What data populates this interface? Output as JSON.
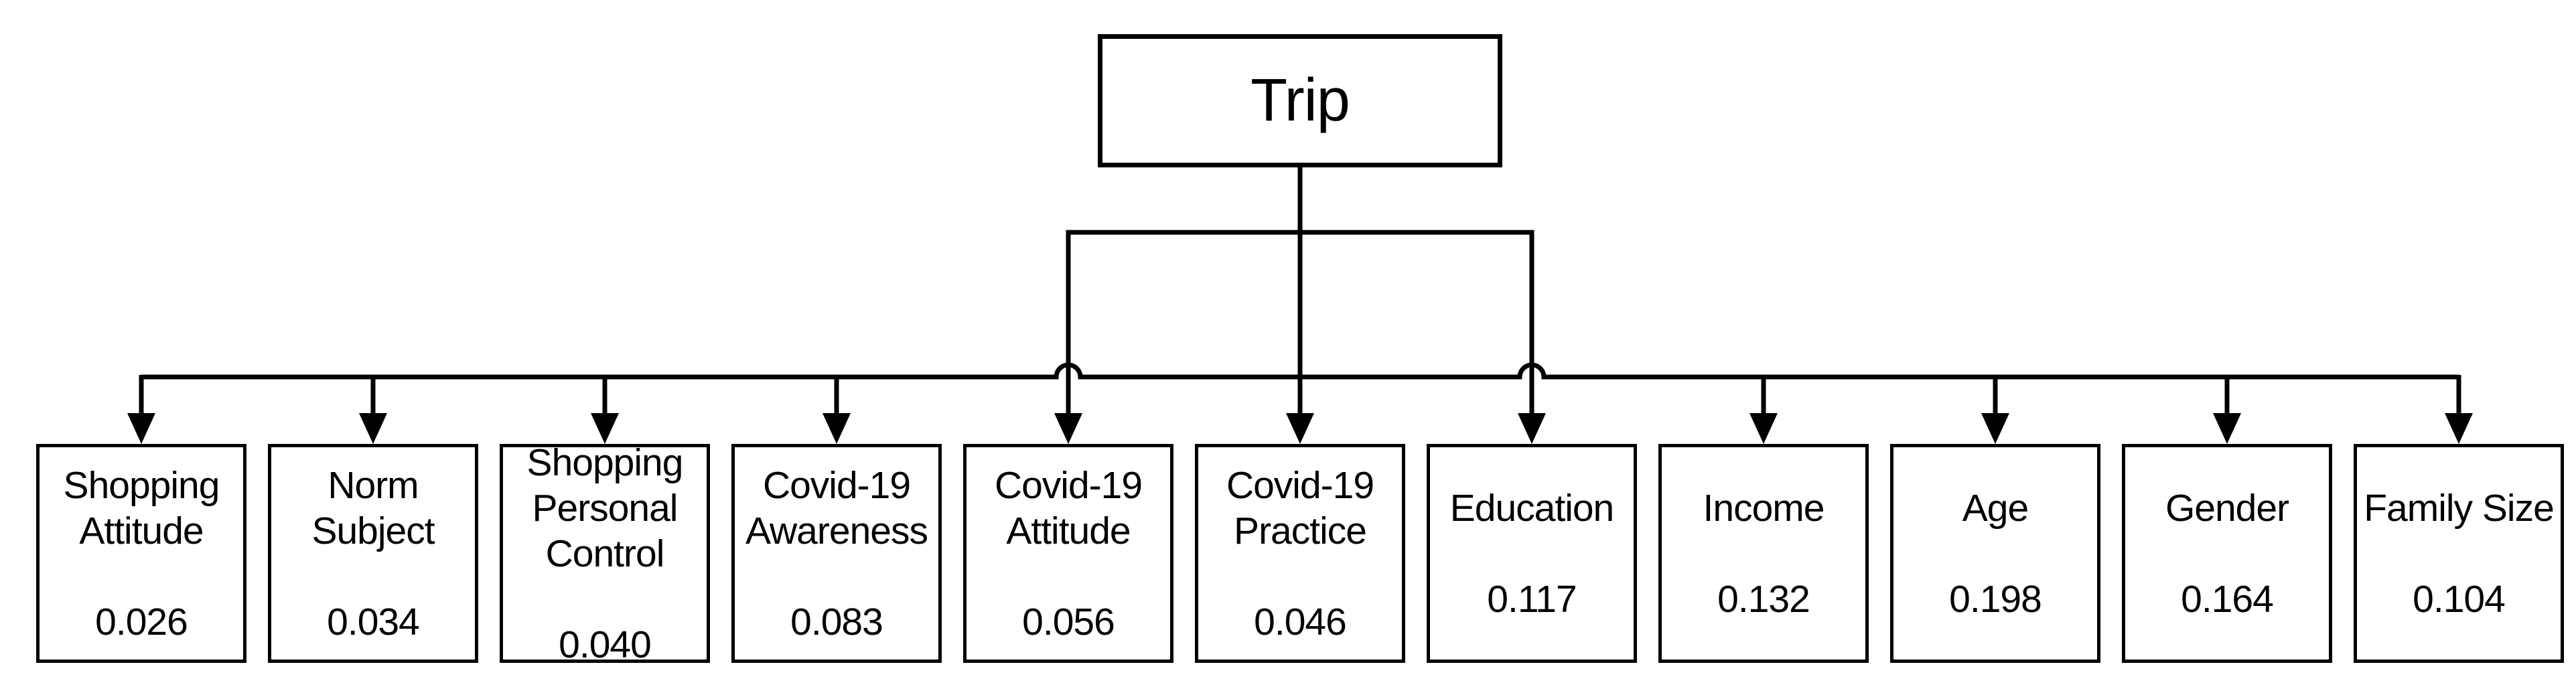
{
  "diagram": {
    "title": "Trip factor hierarchy",
    "colors": {
      "line": "#000000",
      "text": "#000000",
      "box_fill": "#ffffff",
      "background": "#ffffff"
    },
    "root": {
      "label": "Trip"
    },
    "children": [
      {
        "label": "Shopping\nAttitude",
        "value": "0.026"
      },
      {
        "label": "Norm\nSubject",
        "value": "0.034"
      },
      {
        "label": "Shopping\nPersonal\nControl",
        "value": "0.040"
      },
      {
        "label": "Covid-19\nAwareness",
        "value": "0.083"
      },
      {
        "label": "Covid-19\nAttitude",
        "value": "0.056"
      },
      {
        "label": "Covid-19\nPractice",
        "value": "0.046"
      },
      {
        "label": "Education",
        "value": "0.117"
      },
      {
        "label": "Income",
        "value": "0.132"
      },
      {
        "label": "Age",
        "value": "0.198"
      },
      {
        "label": "Gender",
        "value": "0.164"
      },
      {
        "label": "Family Size",
        "value": "0.104"
      }
    ]
  }
}
